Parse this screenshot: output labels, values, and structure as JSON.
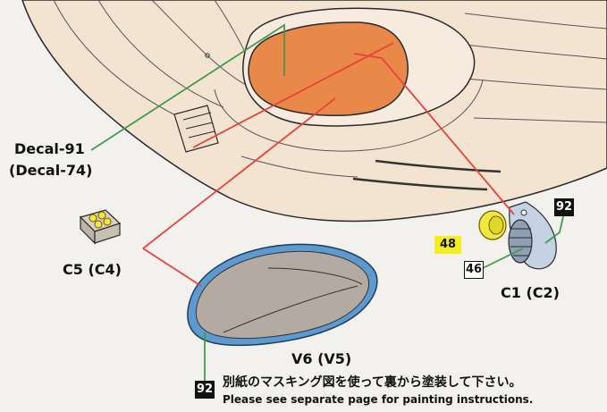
{
  "labels": {
    "decal_main": "Decal-91",
    "decal_alt": "(Decal-74)",
    "part_c5": "C5 (C4)",
    "part_c1": "C1 (C2)",
    "part_v6": "V6 (V5)"
  },
  "badges": {
    "top_right": "92",
    "yellow": "48",
    "boxed": "46",
    "bottom_left": "92"
  },
  "notes": {
    "japanese": "別紙のマスキング図を使って裏から塗装して下さい。",
    "english": "Please see separate page for painting instructions."
  },
  "colors": {
    "body": "#f3e4d2",
    "window": "#e8894a",
    "canopy_frame": "#5c9ad0",
    "canopy_glass": "#b3aba1",
    "part_yellow": "#f3e83d",
    "part_blue": "#c4d2e4",
    "leader_red": "#e9423a",
    "leader_green": "#3f9c4b"
  }
}
